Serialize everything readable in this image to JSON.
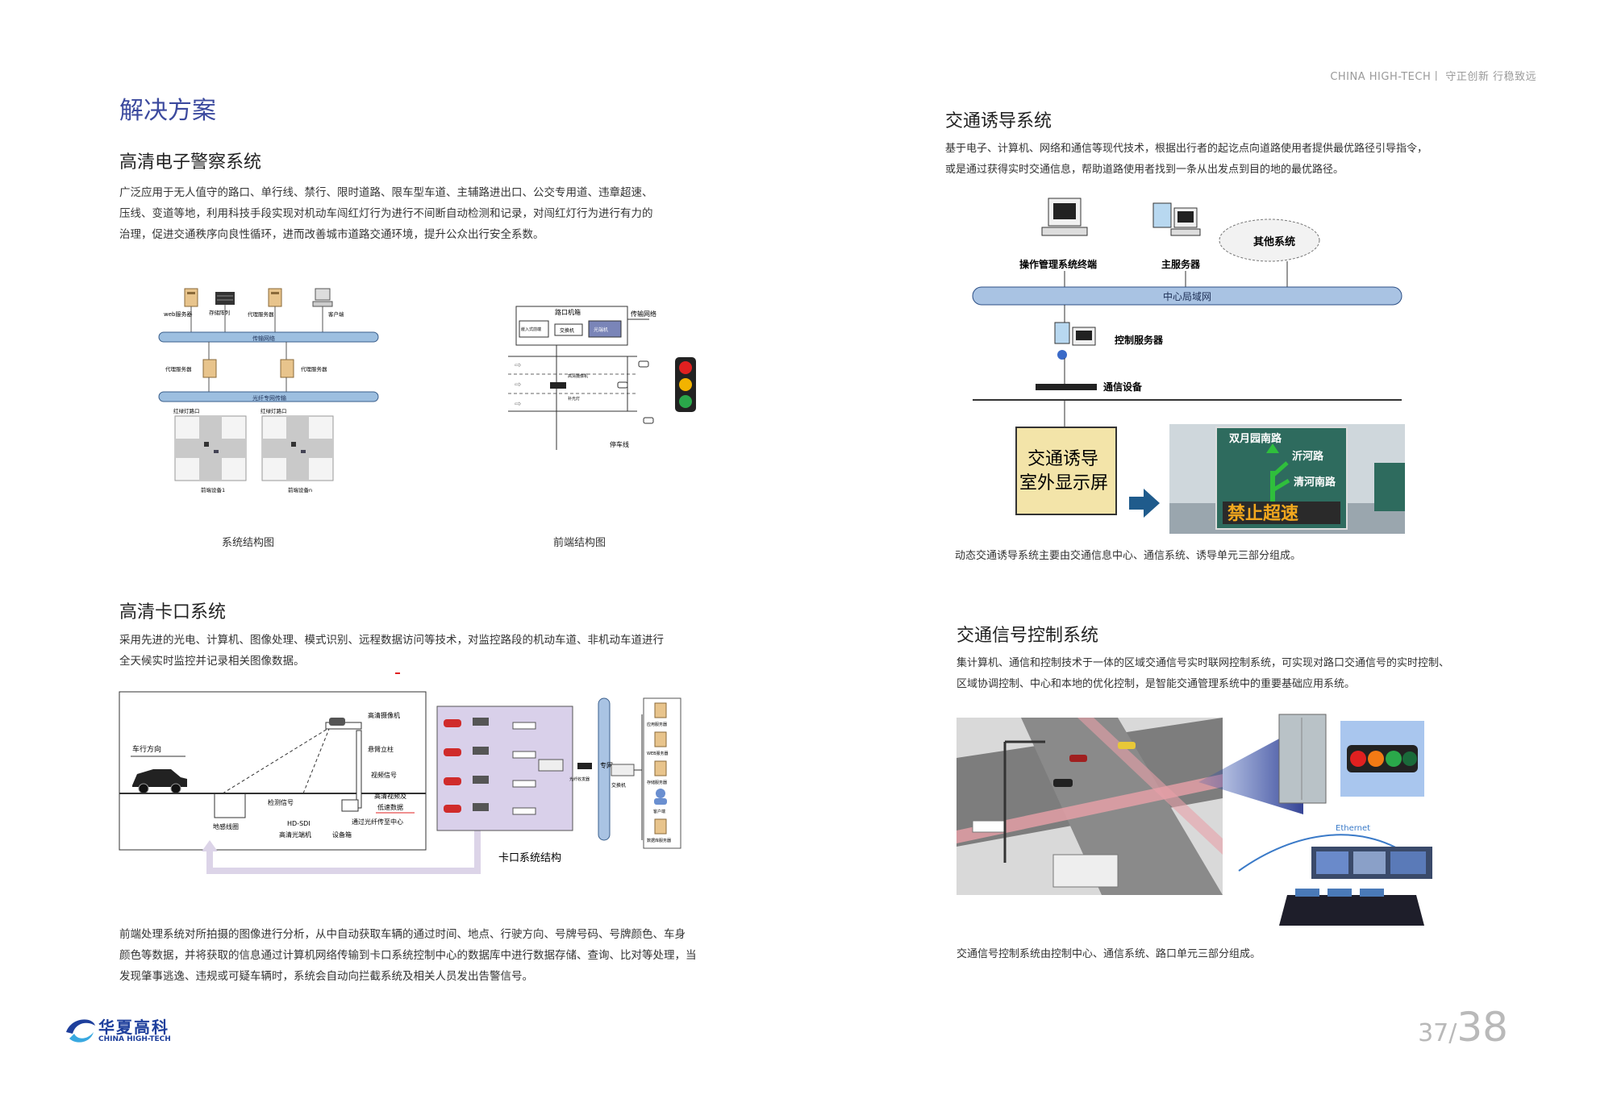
{
  "header": {
    "brand_tag": "CHINA HIGH-TECH丨 守正创新  行稳致远"
  },
  "left": {
    "section_title": "解决方案",
    "police": {
      "title": "高清电子警察系统",
      "lines": [
        "广泛应用于无人值守的路口、单行线、禁行、限时道路、限车型车道、主辅路进出口、公交专用道、违章超速、",
        "压线、变道等地，利用科技手段实现对机动车闯红灯行为进行不间断自动检测和记录，对闯红灯行为进行有力的",
        "治理，促进交通秩序向良性循环，进而改善城市道路交通环境，提升公众出行安全系数。"
      ],
      "diagram1": {
        "caption": "系统结构图",
        "labels": [
          "web服务器",
          "存储阵列",
          "代理服务器",
          "客户端",
          "传输网络",
          "代理服务器",
          "代理服务器",
          "光纤专网传输",
          "红绿灯路口",
          "红绿灯路口",
          "前端设备1",
          "前端设备n"
        ]
      },
      "diagram2": {
        "caption": "前端结构图",
        "labels": [
          "路口机箱",
          "传输网络",
          "嵌入式前端",
          "交换机",
          "光端机",
          "停车线",
          "高清摄像机",
          "补光灯"
        ]
      }
    },
    "checkpoint": {
      "title": "高清卡口系统",
      "lines": [
        "采用先进的光电、计算机、图像处理、模式识别、远程数据访问等技术，对监控路段的机动车道、非机动车道进行",
        "全天候实时监控并记录相关图像数据。"
      ],
      "diagram": {
        "caption": "卡口系统结构",
        "labels": [
          "车行方向",
          "高清摄像机",
          "悬臂立柱",
          "视频信号",
          "检测信号",
          "高清视频及",
          "低速数据",
          "地感线圈",
          "HD-SDI",
          "高清光端机",
          "通过光纤传至中心",
          "设备箱",
          "专网",
          "交换机",
          "光纤收发器",
          "应用服务器",
          "WEB服务器",
          "存储服务器",
          "客户端",
          "数据库服务器"
        ]
      },
      "lines2": [
        "前端处理系统对所拍摄的图像进行分析，从中自动获取车辆的通过时间、地点、行驶方向、号牌号码、号牌颜色、车身",
        "颜色等数据，并将获取的信息通过计算机网络传输到卡口系统控制中心的数据库中进行数据存储、查询、比对等处理，当",
        "发现肇事逃逸、违规或可疑车辆时，系统会自动向拦截系统及相关人员发出告警信号。"
      ]
    },
    "logo": {
      "cn": "华夏高科",
      "en": "CHINA HIGH-TECH"
    }
  },
  "right": {
    "guidance": {
      "title": "交通诱导系统",
      "lines": [
        "基于电子、计算机、网络和通信等现代技术，根据出行者的起讫点向道路使用者提供最优路径引导指令，",
        "或是通过获得实时交通信息，帮助道路使用者找到一条从出发点到目的地的最优路径。"
      ],
      "diagram": {
        "terminal": "操作管理系统终端",
        "server": "主服务器",
        "other": "其他系统",
        "lan": "中心局域网",
        "control": "控制服务器",
        "comm": "通信设备",
        "screen_line1": "交通诱导",
        "screen_line2": "室外显示屏",
        "sign_top": "双月园南路",
        "sign_mid": "沂河路",
        "sign_bottom": "清河南路",
        "sign_led": "禁止超速"
      },
      "caption": "动态交通诱导系统主要由交通信息中心、通信系统、诱导单元三部分组成。"
    },
    "signal": {
      "title": "交通信号控制系统",
      "lines": [
        "集计算机、通信和控制技术于一体的区域交通信号实时联网控制系统，可实现对路口交通信号的实时控制、",
        "区域协调控制、中心和本地的优化控制，是智能交通管理系统中的重要基础应用系统。"
      ],
      "ethernet": "Ethernet",
      "caption": "交通信号控制系统由控制中心、通信系统、路口单元三部分组成。"
    }
  },
  "page_number": {
    "current": "37/",
    "next": "38"
  },
  "colors": {
    "accent": "#3c4a9e",
    "lan_pipe": "#a9c3e3",
    "screen_yellow": "#f3e4a9",
    "sign_green": "#2e6b5e"
  }
}
